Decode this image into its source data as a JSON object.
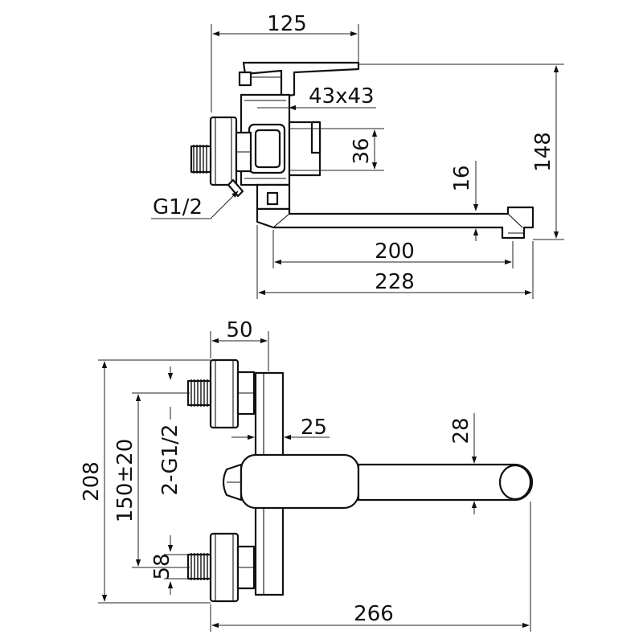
{
  "diagram": {
    "top_view": {
      "dim_width_top": "125",
      "dim_square": "43x43",
      "dim_36": "36",
      "dim_16": "16",
      "dim_height": "148",
      "thread_label": "G1/2",
      "dim_spout_200": "200",
      "dim_overall_228": "228"
    },
    "front_view": {
      "dim_50": "50",
      "dim_25": "25",
      "dim_28": "28",
      "dim_208": "208",
      "dim_150": "150±20",
      "thread_label": "2-G1/2",
      "dim_58": "58",
      "dim_266": "266"
    }
  }
}
